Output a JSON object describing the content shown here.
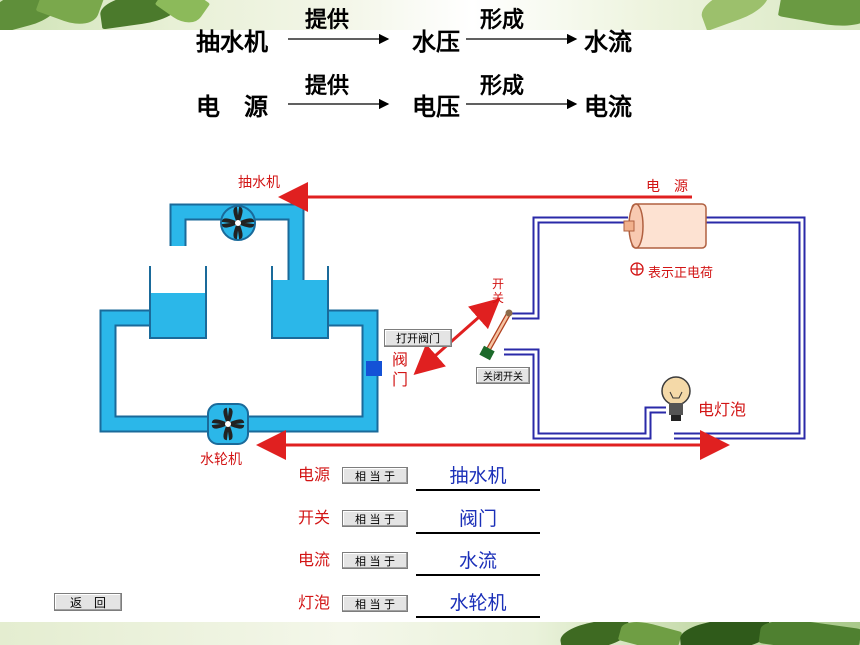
{
  "analogy": {
    "row1": {
      "left": "抽水机",
      "arrow1_label": "提供",
      "middle": "水压",
      "arrow2_label": "形成",
      "right": "水流"
    },
    "row2": {
      "left": "电　源",
      "arrow1_label": "提供",
      "middle": "电压",
      "arrow2_label": "形成",
      "right": "电流"
    }
  },
  "diagram": {
    "pump_label": "抽水机",
    "power_label": "电　源",
    "positive_charge_legend": "表示正电荷",
    "switch_label_1": "开",
    "switch_label_2": "关",
    "valve_label_1": "阀",
    "valve_label_2": "门",
    "bulb_label": "电灯泡",
    "turbine_label": "水轮机",
    "open_valve_button": "打开阀门",
    "close_switch_button": "关闭开关"
  },
  "equivalences": [
    {
      "term": "电源",
      "button": "相 当 于",
      "answer": "抽水机"
    },
    {
      "term": "开关",
      "button": "相 当 于",
      "answer": "阀门"
    },
    {
      "term": "电流",
      "button": "相 当 于",
      "answer": "水流"
    },
    {
      "term": "灯泡",
      "button": "相 当 于",
      "answer": "水轮机"
    }
  ],
  "back_button": "返　回",
  "colors": {
    "water": "#2bb7e9",
    "pipe_outline": "#1a6a9a",
    "arrow": "#e02020",
    "wire": "#2a2aa8",
    "answer": "#1a2fb8"
  }
}
